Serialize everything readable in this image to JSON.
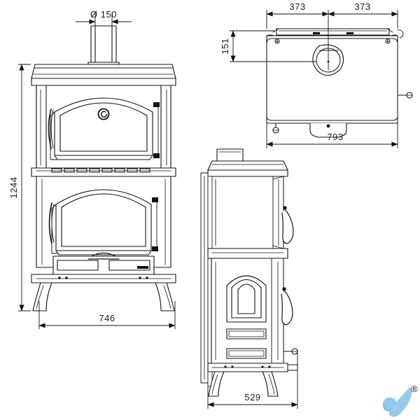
{
  "drawing": {
    "title": "Wood stove technical dimension drawing",
    "line_color": "#111111",
    "fill_color": "#ffffff",
    "background": "#ffffff",
    "views": [
      {
        "name": "front-elevation",
        "label": ""
      },
      {
        "name": "top-plan",
        "label": ""
      },
      {
        "name": "side-elevation",
        "label": ""
      }
    ]
  },
  "dimensions": {
    "flue_diameter": "Ø  150",
    "total_height": "1244",
    "front_width": "746",
    "top_left_half": "373",
    "top_right_half": "373",
    "top_flue_offset": "151",
    "top_depth": "793",
    "side_width": "529"
  },
  "logo": {
    "name": "water-drop-logo",
    "color": "#8ec5e8",
    "accent": "#b9dcf2",
    "trademark": "®"
  }
}
